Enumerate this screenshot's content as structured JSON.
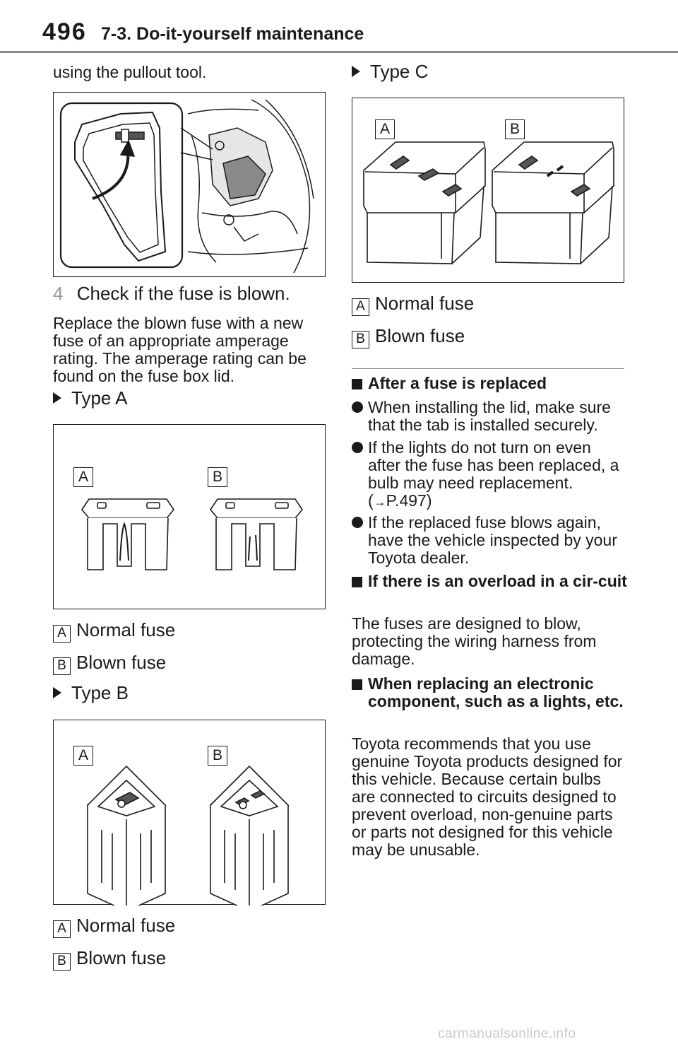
{
  "header": {
    "page_number": "496",
    "section_title": "7-3. Do-it-yourself maintenance"
  },
  "left": {
    "intro": "using the pullout tool.",
    "step_number": "4",
    "step_text": "Check if the fuse is blown.",
    "step_desc": "Replace the blown fuse with a new fuse of an appropriate amperage rating. The amperage rating can be found on the fuse box lid.",
    "type_a": "Type A",
    "type_b": "Type B",
    "badge_a": "A",
    "badge_b": "B",
    "normal_fuse": "Normal fuse",
    "blown_fuse": "Blown fuse"
  },
  "right": {
    "type_c": "Type C",
    "heading_after": "After a fuse is replaced",
    "bullets": [
      "When installing the lid, make sure that the tab is installed securely.",
      "If the lights do not turn on even after the fuse has been replaced, a bulb may need replacement.",
      "If the replaced fuse blows again, have the vehicle inspected by your Toyota dealer."
    ],
    "page_ref": "P.497",
    "heading_overload": "If there is an overload in a cir-cuit",
    "overload_text": "The fuses are designed to blow, protecting the wiring harness from damage.",
    "heading_replacing": "When replacing an electronic component, such as a lights, etc.",
    "replacing_text": "Toyota recommends that you use genuine Toyota products designed for this vehicle. Because certain bulbs are connected to circuits designed to prevent overload, non-genuine parts or parts not designed for this vehicle may be unusable."
  },
  "watermark": "carmanualsonline.info",
  "colors": {
    "step_number": "#9a9a9a",
    "header_rule": "#8a8a8a",
    "watermark": "#c8c8c8"
  }
}
